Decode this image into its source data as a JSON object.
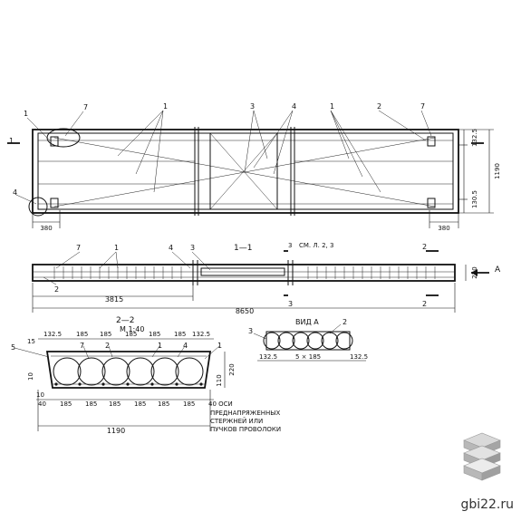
{
  "labels": {
    "n1": "1",
    "n2": "2",
    "n3": "3",
    "n4": "4",
    "n5": "5",
    "n7": "7",
    "sec11": "1—1",
    "sec22": "2—2",
    "scale": "M 1:40",
    "seeSheet": "СМ. Л. 2, 3",
    "viewA": "ВИД А",
    "arrowA": "А",
    "mark1": "1",
    "mark2": "2",
    "mark3": "3",
    "axesLine1": "40  ОСИ",
    "axesLine2": "ПРЕДНАПРЯЖЕННЫХ",
    "axesLine3": "СТЕРЖНЕЙ ИЛИ",
    "axesLine4": "ПУЧКОВ ПРОВОЛОКИ"
  },
  "dims": {
    "d1325": "132.5",
    "d1305": "130.5",
    "d1190": "1190",
    "d380": "380",
    "d220": "220",
    "d3815": "3815",
    "d8650": "8650",
    "d185": "185",
    "d40": "40",
    "d10": "10",
    "d15": "15",
    "d110": "110",
    "d5x185": "5 × 185",
    "d1325b": "132.5",
    "d1325c": "132.5"
  },
  "watermark": {
    "text": "gbi22.ru"
  }
}
